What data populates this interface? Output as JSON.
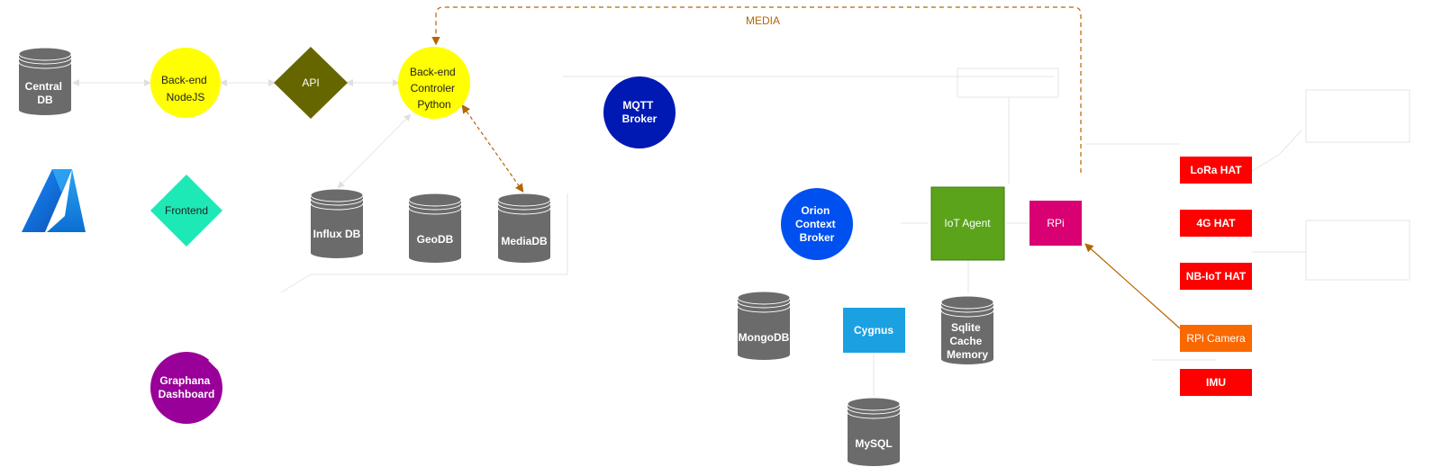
{
  "colors": {
    "db_gray": "#6b6b6b",
    "yellow": "#ffff00",
    "olive": "#666600",
    "teal": "#1de9b6",
    "purple": "#990099",
    "mqtt_blue": "#0019b3",
    "orion_blue": "#0050ef",
    "iot_green": "#5aa31a",
    "rpi_pink": "#d80073",
    "cygnus_blue": "#1ba1e2",
    "hat_red": "#ff0000",
    "camera_orange": "#fa6800",
    "media_line": "#b46504",
    "azure_blue": "#0a6fd6"
  },
  "connections": {
    "media_label": "MEDIA"
  },
  "nodes": {
    "central_db": {
      "lines": [
        "Central",
        "DB"
      ],
      "icon": "database-icon"
    },
    "backend_nodejs": {
      "lines": [
        "Back-end",
        "NodeJS"
      ]
    },
    "api": {
      "lines": [
        "API"
      ]
    },
    "backend_python": {
      "lines": [
        "Back-end",
        "Controler",
        "Python"
      ]
    },
    "mqtt_broker": {
      "lines": [
        "MQTT",
        "Broker"
      ]
    },
    "azure": {
      "icon": "azure-logo-icon"
    },
    "frontend": {
      "lines": [
        "Frontend"
      ]
    },
    "influx_db": {
      "lines": [
        "Influx DB"
      ],
      "icon": "database-icon"
    },
    "geo_db": {
      "lines": [
        "GeoDB"
      ],
      "icon": "database-icon"
    },
    "media_db": {
      "lines": [
        "MediaDB"
      ],
      "icon": "database-icon"
    },
    "orion": {
      "lines": [
        "Orion",
        "Context",
        "Broker"
      ]
    },
    "iot_agent": {
      "lines": [
        "IoT Agent"
      ]
    },
    "rpi": {
      "lines": [
        "RPi"
      ]
    },
    "lora_hat": {
      "lines": [
        "LoRa HAT"
      ]
    },
    "hat_4g": {
      "lines": [
        "4G HAT"
      ]
    },
    "nbiot_hat": {
      "lines": [
        "NB-IoT HAT"
      ]
    },
    "rpi_camera": {
      "lines": [
        "RPi Camera"
      ]
    },
    "imu": {
      "lines": [
        "IMU"
      ]
    },
    "mongo_db": {
      "lines": [
        "MongoDB"
      ],
      "icon": "database-icon"
    },
    "cygnus": {
      "lines": [
        "Cygnus"
      ]
    },
    "sqlite": {
      "lines": [
        "Sqlite",
        "Cache",
        "Memory"
      ],
      "icon": "database-icon"
    },
    "mysql": {
      "lines": [
        "MySQL"
      ],
      "icon": "database-icon"
    },
    "graphana": {
      "lines": [
        "Graphana",
        "Dashboard"
      ]
    }
  }
}
